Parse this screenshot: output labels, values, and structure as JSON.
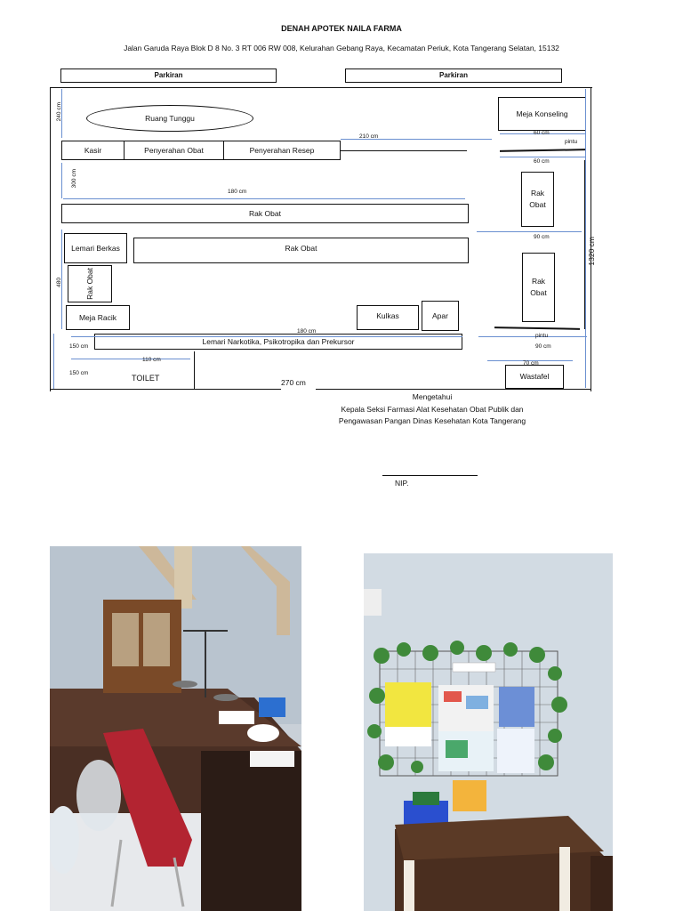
{
  "header": {
    "title": "DENAH APOTEK NAILA FARMA",
    "address": "Jalan Garuda Raya Blok D 8 No. 3 RT 006 RW 008, Kelurahan Gebang Raya, Kecamatan Periuk, Kota Tangerang Selatan, 15132"
  },
  "plan": {
    "parkir_left": "Parkiran",
    "parkir_right": "Parkiran",
    "ruang_tunggu": "Ruang Tunggu",
    "meja_konseling": "Meja Konseling",
    "kasir": "Kasir",
    "penyerahan_obat": "Penyerahan Obat",
    "penyerahan_resep": "Penyerahan Resep",
    "rak_obat_top": "Rak Obat",
    "rak_obat_mid": "Rak Obat",
    "rak_obat_right1": "Rak Obat",
    "rak_obat_right2": "Rak Obat",
    "lemari_berkas": "Lemari Berkas",
    "rak_obat_side": "Rak Obat",
    "meja_racik": "Meja Racik",
    "kulkas": "Kulkas",
    "apar": "Apar",
    "lemari_narkotika": "Lemari Narkotika, Psikotropika dan Prekursor",
    "toilet": "TOILET",
    "wastafel": "Wastafel",
    "pintu_top": "pintu",
    "pintu_bottom": "pintu",
    "dims": {
      "d240": "240 cm",
      "d210": "210 cm",
      "d60a": "60 cm",
      "d60b": "60 cm",
      "d300": "300 cm",
      "d180a": "180 cm",
      "d90a": "90 cm",
      "d1320": "1320 cm",
      "d480": "480",
      "d180b": "180 cm",
      "d90b": "90 cm",
      "d150a": "150 cm",
      "d110": "110 cm",
      "d150b": "150 cm",
      "d70": "70 cm",
      "d270": "270 cm"
    }
  },
  "signature": {
    "line1": "Mengetahui",
    "line2": "Kepala Seksi Farmasi Alat Kesehatan Obat Publik dan",
    "line3": "Pengawasan Pangan Dinas Kesehatan Kota Tangerang",
    "nip": "NIP."
  }
}
